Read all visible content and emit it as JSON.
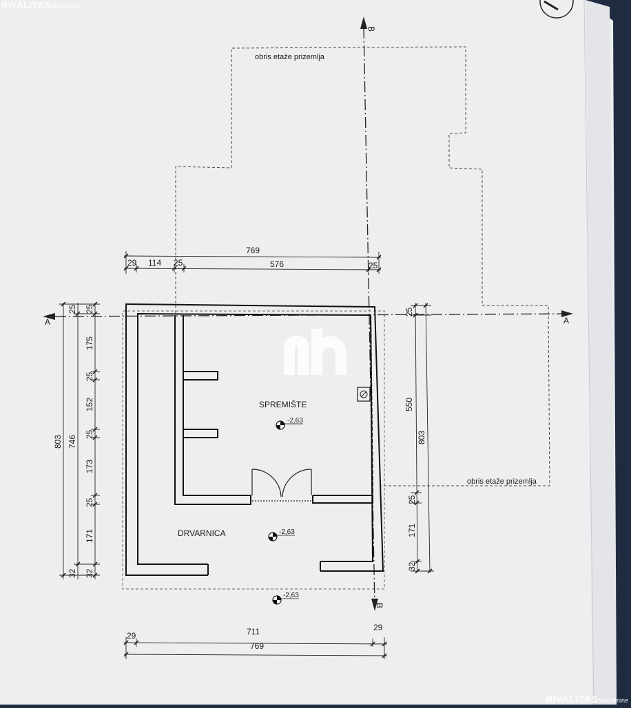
{
  "watermark": {
    "brand": "RIVALITAS",
    "suffix": "Nekretnine"
  },
  "plan": {
    "outline_label_top": "obris etaže prizemlja",
    "outline_label_right": "obris etaže prizemlja",
    "rooms": {
      "storage": "SPREMIŠTE",
      "woodshed": "DRVARNICA"
    },
    "levels": {
      "storage": "-2,63",
      "woodshed": "-2,63",
      "exterior": "-2,63"
    },
    "section_markers": {
      "a_left": "A",
      "a_right": "A",
      "b_top": "B",
      "b_bottom": "B"
    }
  },
  "dimensions": {
    "top_overall": "769",
    "top_segments": [
      "29",
      "114",
      "25",
      "576",
      "25"
    ],
    "bottom_overall": "769",
    "bottom_segments": [
      "29",
      "711",
      "29"
    ],
    "left_overall": "803",
    "left_inner": "746",
    "left_segments": [
      "25",
      "25",
      "175",
      "25",
      "152",
      "25",
      "173",
      "25",
      "171",
      "32",
      "32"
    ],
    "right_overall": "803",
    "right_inner": "550",
    "right_segments": [
      "25",
      "25",
      "171",
      "32"
    ]
  }
}
